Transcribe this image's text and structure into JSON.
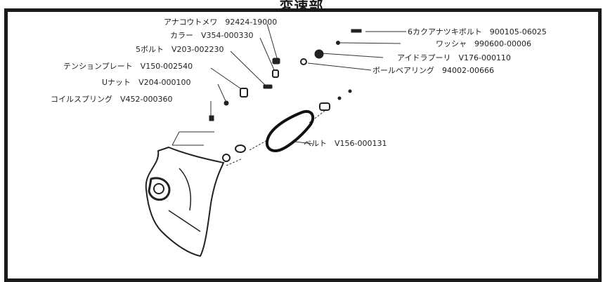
{
  "title": "変速部",
  "parts": [
    {
      "name": "アナコウトメワ",
      "code": "92424-19000"
    },
    {
      "name": "カラー",
      "code": "V354-000330"
    },
    {
      "name": "5ボルト",
      "code": "V203-002230"
    },
    {
      "name": "テンションプレート",
      "code": "V150-002540"
    },
    {
      "name": "Uナット",
      "code": "V204-000100"
    },
    {
      "name": "コイルスプリング",
      "code": "V452-000360"
    },
    {
      "name": "6カクアナツキボルト",
      "code": "900105-06025"
    },
    {
      "name": "ワッシャ",
      "code": "990600-00006"
    },
    {
      "name": "アイドラプーリ",
      "code": "V176-000110"
    },
    {
      "name": "ボールベアリング",
      "code": "94002-00666"
    },
    {
      "name": "ベルト",
      "code": "V156-000131"
    }
  ]
}
